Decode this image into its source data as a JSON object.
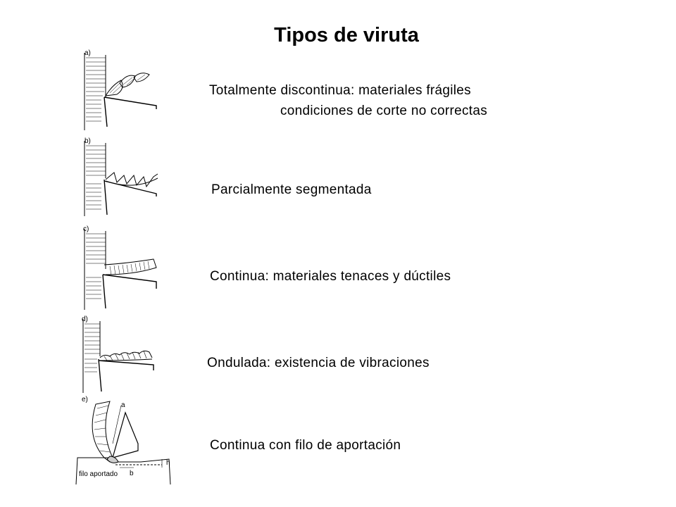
{
  "title": "Tipos de viruta",
  "items": [
    {
      "label": "a)",
      "lines": [
        "Totalmente discontinua: materiales frágiles",
        "condiciones de corte no correctas"
      ]
    },
    {
      "label": "b)",
      "lines": [
        "Parcialmente segmentada"
      ]
    },
    {
      "label": "c)",
      "lines": [
        "Continua: materiales tenaces y dúctiles"
      ]
    },
    {
      "label": "d)",
      "lines": [
        "Ondulada: existencia de vibraciones"
      ]
    },
    {
      "label": "e)",
      "lines": [
        "Continua con filo de aportación"
      ]
    }
  ],
  "figure_e_annotations": {
    "a": "a",
    "b": "b",
    "h": "h",
    "filo": "filo aportado"
  }
}
